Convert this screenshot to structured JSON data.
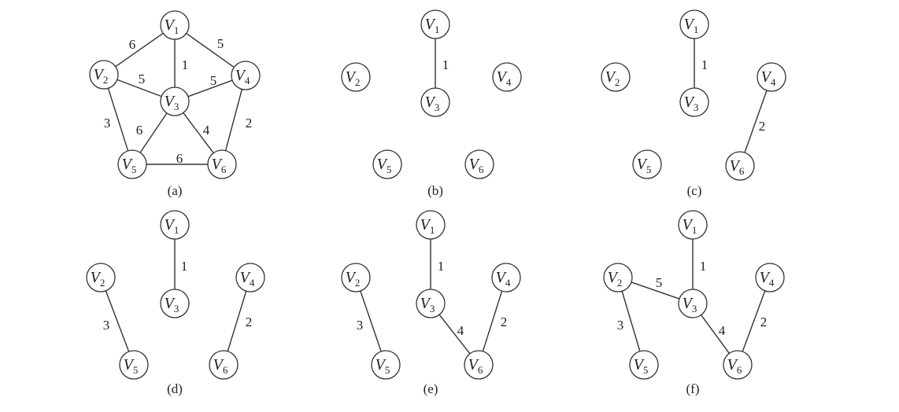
{
  "panels": [
    {
      "id": "a",
      "caption": "(a)",
      "nodes": [
        {
          "id": "V1",
          "main": "V",
          "sub": "1"
        },
        {
          "id": "V2",
          "main": "V",
          "sub": "2"
        },
        {
          "id": "V3",
          "main": "V",
          "sub": "3"
        },
        {
          "id": "V4",
          "main": "V",
          "sub": "4"
        },
        {
          "id": "V5",
          "main": "V",
          "sub": "5"
        },
        {
          "id": "V6",
          "main": "V",
          "sub": "6"
        }
      ],
      "edges": [
        {
          "from": "V1",
          "to": "V2",
          "weight": "6"
        },
        {
          "from": "V1",
          "to": "V3",
          "weight": "1"
        },
        {
          "from": "V1",
          "to": "V4",
          "weight": "5"
        },
        {
          "from": "V2",
          "to": "V3",
          "weight": "5"
        },
        {
          "from": "V3",
          "to": "V4",
          "weight": "5"
        },
        {
          "from": "V2",
          "to": "V5",
          "weight": "3"
        },
        {
          "from": "V3",
          "to": "V5",
          "weight": "6"
        },
        {
          "from": "V3",
          "to": "V6",
          "weight": "4"
        },
        {
          "from": "V4",
          "to": "V6",
          "weight": "2"
        },
        {
          "from": "V5",
          "to": "V6",
          "weight": "6"
        }
      ]
    },
    {
      "id": "b",
      "caption": "(b)",
      "nodes": [
        {
          "id": "V1",
          "main": "V",
          "sub": "1"
        },
        {
          "id": "V2",
          "main": "V",
          "sub": "2"
        },
        {
          "id": "V3",
          "main": "V",
          "sub": "3"
        },
        {
          "id": "V4",
          "main": "V",
          "sub": "4"
        },
        {
          "id": "V5",
          "main": "V",
          "sub": "5"
        },
        {
          "id": "V6",
          "main": "V",
          "sub": "6"
        }
      ],
      "edges": [
        {
          "from": "V1",
          "to": "V3",
          "weight": "1"
        }
      ]
    },
    {
      "id": "c",
      "caption": "(c)",
      "nodes": [
        {
          "id": "V1",
          "main": "V",
          "sub": "1"
        },
        {
          "id": "V2",
          "main": "V",
          "sub": "2"
        },
        {
          "id": "V3",
          "main": "V",
          "sub": "3"
        },
        {
          "id": "V4",
          "main": "V",
          "sub": "4"
        },
        {
          "id": "V5",
          "main": "V",
          "sub": "5"
        },
        {
          "id": "V6",
          "main": "V",
          "sub": "6"
        }
      ],
      "edges": [
        {
          "from": "V1",
          "to": "V3",
          "weight": "1"
        },
        {
          "from": "V4",
          "to": "V6",
          "weight": "2"
        }
      ]
    },
    {
      "id": "d",
      "caption": "(d)",
      "nodes": [
        {
          "id": "V1",
          "main": "V",
          "sub": "1"
        },
        {
          "id": "V2",
          "main": "V",
          "sub": "2"
        },
        {
          "id": "V3",
          "main": "V",
          "sub": "3"
        },
        {
          "id": "V4",
          "main": "V",
          "sub": "4"
        },
        {
          "id": "V5",
          "main": "V",
          "sub": "5"
        },
        {
          "id": "V6",
          "main": "V",
          "sub": "6"
        }
      ],
      "edges": [
        {
          "from": "V1",
          "to": "V3",
          "weight": "1"
        },
        {
          "from": "V2",
          "to": "V5",
          "weight": "3"
        },
        {
          "from": "V4",
          "to": "V6",
          "weight": "2"
        }
      ]
    },
    {
      "id": "e",
      "caption": "(e)",
      "nodes": [
        {
          "id": "V1",
          "main": "V",
          "sub": "1"
        },
        {
          "id": "V2",
          "main": "V",
          "sub": "2"
        },
        {
          "id": "V3",
          "main": "V",
          "sub": "3"
        },
        {
          "id": "V4",
          "main": "V",
          "sub": "4"
        },
        {
          "id": "V5",
          "main": "V",
          "sub": "5"
        },
        {
          "id": "V6",
          "main": "V",
          "sub": "6"
        }
      ],
      "edges": [
        {
          "from": "V1",
          "to": "V3",
          "weight": "1"
        },
        {
          "from": "V2",
          "to": "V5",
          "weight": "3"
        },
        {
          "from": "V3",
          "to": "V6",
          "weight": "4"
        },
        {
          "from": "V4",
          "to": "V6",
          "weight": "2"
        }
      ]
    },
    {
      "id": "f",
      "caption": "(f)",
      "nodes": [
        {
          "id": "V1",
          "main": "V",
          "sub": "1"
        },
        {
          "id": "V2",
          "main": "V",
          "sub": "2"
        },
        {
          "id": "V3",
          "main": "V",
          "sub": "3"
        },
        {
          "id": "V4",
          "main": "V",
          "sub": "4"
        },
        {
          "id": "V5",
          "main": "V",
          "sub": "5"
        },
        {
          "id": "V6",
          "main": "V",
          "sub": "6"
        }
      ],
      "edges": [
        {
          "from": "V1",
          "to": "V3",
          "weight": "1"
        },
        {
          "from": "V2",
          "to": "V3",
          "weight": "5"
        },
        {
          "from": "V2",
          "to": "V5",
          "weight": "3"
        },
        {
          "from": "V3",
          "to": "V6",
          "weight": "4"
        },
        {
          "from": "V4",
          "to": "V6",
          "weight": "2"
        }
      ]
    }
  ]
}
